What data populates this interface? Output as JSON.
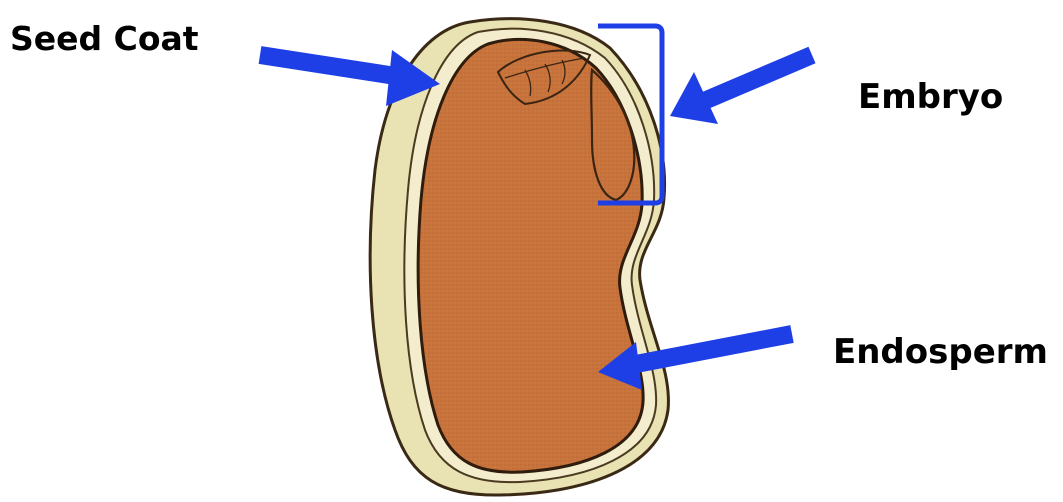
{
  "labels": {
    "seed_coat": "Seed Coat",
    "embryo": "Embryo",
    "endosperm": "Endosperm"
  },
  "colors": {
    "arrow": "#1f3fe6",
    "bracket": "#1f3fe6",
    "seed_coat_fill": "#e9e2b3",
    "seed_coat_outline": "#3a2a15",
    "endosperm_fill": "#c8733c",
    "embryo_outline": "#3a2412",
    "label_text": "#000000"
  },
  "icons": {
    "seed": "bean-seed-cross-section"
  }
}
